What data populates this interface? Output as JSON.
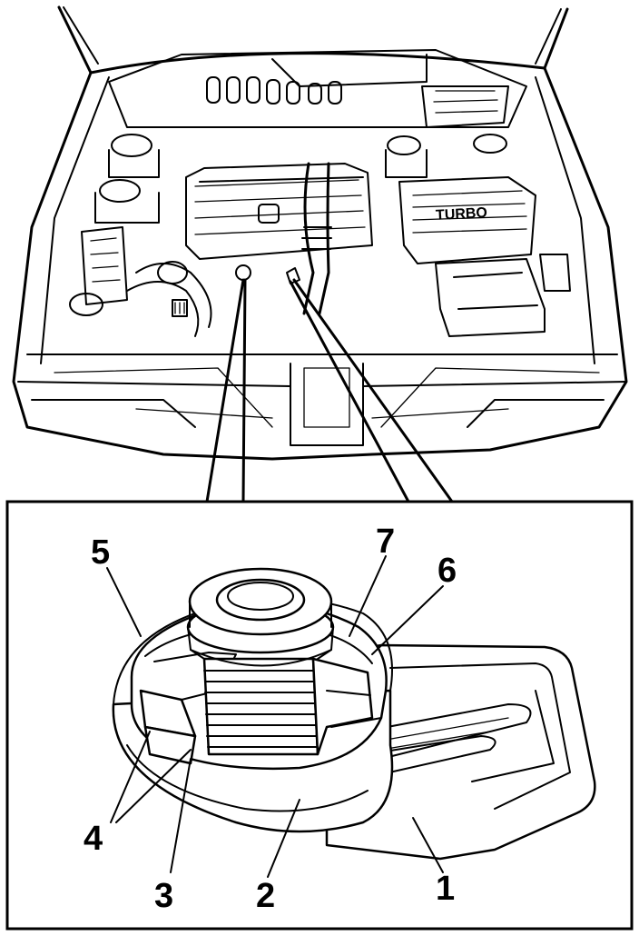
{
  "callouts": [
    {
      "id": "1",
      "text": "1"
    },
    {
      "id": "2",
      "text": "2"
    },
    {
      "id": "3",
      "text": "3"
    },
    {
      "id": "4",
      "text": "4"
    },
    {
      "id": "5",
      "text": "5"
    },
    {
      "id": "6",
      "text": "6"
    },
    {
      "id": "7",
      "text": "7"
    }
  ],
  "engine_cover_marking": "TURBO"
}
